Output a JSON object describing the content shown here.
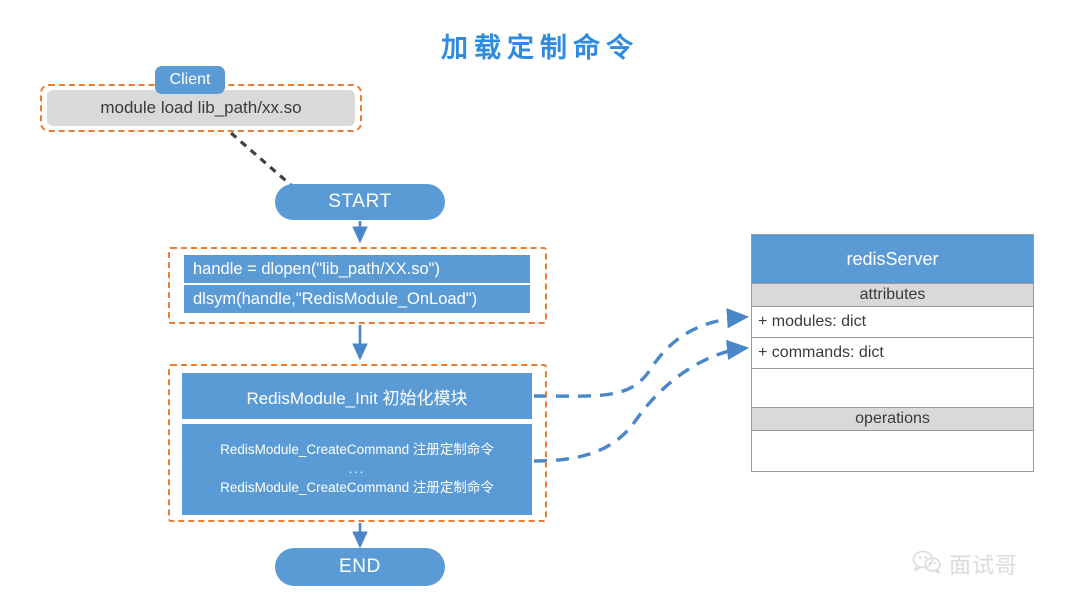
{
  "title": "加载定制命令",
  "colors": {
    "accent_blue": "#5B9BD5",
    "title_blue": "#2E8BE0",
    "dashed_orange": "#ED7D31",
    "gray_fill": "#D9D9D9",
    "border_gray": "#9A9A9A",
    "text_dark": "#3A3A3A",
    "white": "#FFFFFF",
    "dashed_black": "#404040"
  },
  "client": {
    "tag_label": "Client",
    "command": "module load lib_path/xx.so"
  },
  "flow": {
    "start_label": "START",
    "end_label": "END",
    "dlopen_lines": [
      "handle = dlopen(\"lib_path/XX.so\")",
      "dlsym(handle,\"RedisModule_OnLoad\")"
    ],
    "init_header": "RedisModule_Init 初始化模块",
    "init_body_lines": [
      "RedisModule_CreateCommand 注册定制命令",
      "...",
      "RedisModule_CreateCommand 注册定制命令"
    ]
  },
  "uml": {
    "class_name": "redisServer",
    "attributes_band": "attributes",
    "attributes": [
      "+ modules: dict",
      "+ commands: dict"
    ],
    "operations_band": "operations",
    "operations": []
  },
  "watermark": {
    "icon": "wechat-icon",
    "text": "面试哥"
  }
}
